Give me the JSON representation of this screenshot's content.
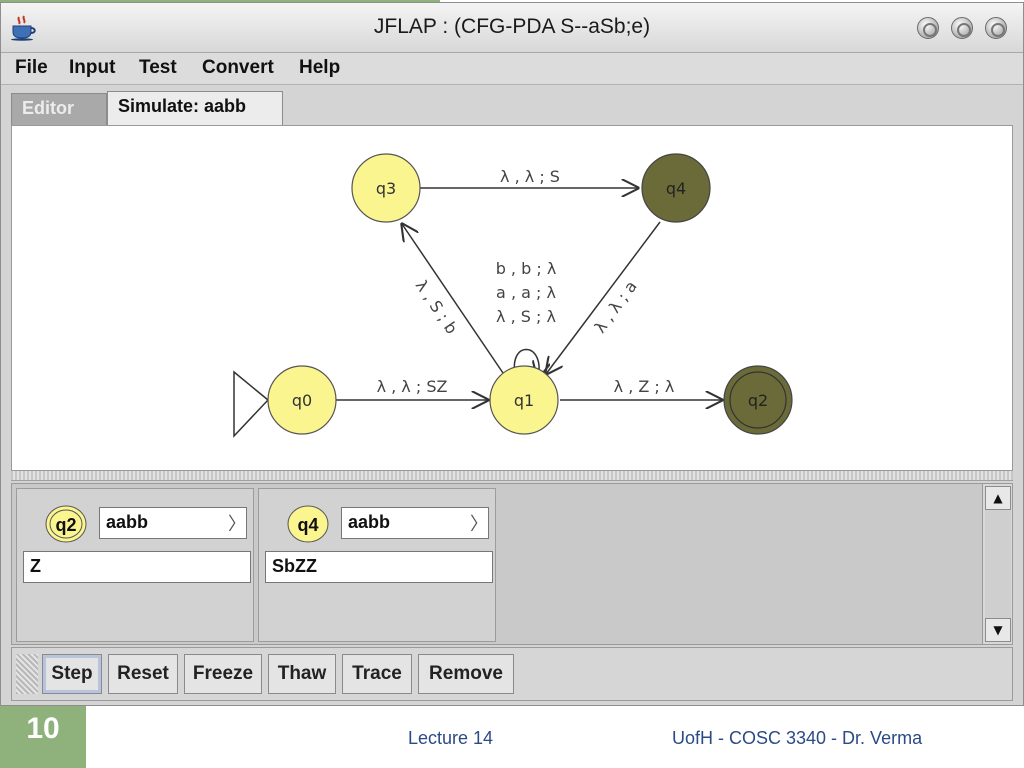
{
  "window": {
    "title": "JFLAP : (CFG-PDA S--aSb;e)"
  },
  "menu": [
    "File",
    "Input",
    "Test",
    "Convert",
    "Help"
  ],
  "tabs": [
    {
      "label": "Editor",
      "active": false
    },
    {
      "label": "Simulate: aabb",
      "active": true
    }
  ],
  "automaton": {
    "states": [
      {
        "id": "q0",
        "label": "q0",
        "initial": true,
        "final": false,
        "highlighted": false
      },
      {
        "id": "q1",
        "label": "q1",
        "initial": false,
        "final": false,
        "highlighted": false
      },
      {
        "id": "q2",
        "label": "q2",
        "initial": false,
        "final": true,
        "highlighted": true
      },
      {
        "id": "q3",
        "label": "q3",
        "initial": false,
        "final": false,
        "highlighted": false
      },
      {
        "id": "q4",
        "label": "q4",
        "initial": false,
        "final": false,
        "highlighted": true
      }
    ],
    "transitions": [
      {
        "from": "q0",
        "to": "q1",
        "labels": [
          "λ , λ ; SZ"
        ]
      },
      {
        "from": "q1",
        "to": "q2",
        "labels": [
          "λ , Z ; λ"
        ]
      },
      {
        "from": "q3",
        "to": "q4",
        "labels": [
          "λ , λ ; S"
        ]
      },
      {
        "from": "q1",
        "to": "q3",
        "labels": [
          "λ , S ; b"
        ]
      },
      {
        "from": "q4",
        "to": "q1",
        "labels": [
          "λ , λ ; a"
        ]
      },
      {
        "from": "q1",
        "to": "q1",
        "labels": [
          "b , b ; λ",
          "a , a ; λ",
          "λ , S ; λ"
        ]
      }
    ]
  },
  "configurations": [
    {
      "state": "q2",
      "final": true,
      "input": "aabb",
      "stack": "Z"
    },
    {
      "state": "q4",
      "final": false,
      "input": "aabb",
      "stack": "SbZZ"
    }
  ],
  "buttons": [
    "Step",
    "Reset",
    "Freeze",
    "Thaw",
    "Trace",
    "Remove"
  ],
  "slide": {
    "number": "10",
    "lecture": "Lecture 14",
    "course": "UofH - COSC 3340 - Dr. Verma"
  },
  "colors": {
    "state_fill": "#fbf590",
    "state_highlight_fill": "#6b6b3a",
    "slide_accent": "#8fb27c",
    "footer_text": "#2b4a86"
  },
  "icons": {
    "app": "java-cup-icon",
    "window_controls": [
      "minimize-icon",
      "maximize-icon",
      "close-icon"
    ],
    "scroll_up": "arrow-up-icon",
    "scroll_down": "arrow-down-icon"
  }
}
